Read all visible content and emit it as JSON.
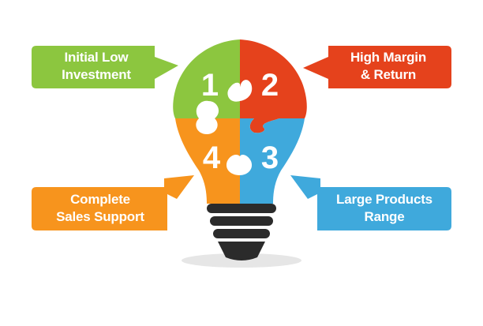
{
  "colors": {
    "green": "#8cc63f",
    "red": "#e5421c",
    "orange": "#f7941d",
    "blue": "#3fa9dc",
    "base_dark": "#2b2b2b",
    "shadow": "#e6e6e6"
  },
  "pieces": [
    {
      "number": "1",
      "color": "green"
    },
    {
      "number": "2",
      "color": "red"
    },
    {
      "number": "3",
      "color": "blue"
    },
    {
      "number": "4",
      "color": "orange"
    }
  ],
  "callouts": {
    "top_left": {
      "line1": "Initial Low",
      "line2": "Investment"
    },
    "top_right": {
      "line1": "High Margin",
      "line2": "& Return"
    },
    "bottom_left": {
      "line1": "Complete",
      "line2": "Sales Support"
    },
    "bottom_right": {
      "line1": "Large Products",
      "line2": "Range"
    }
  }
}
